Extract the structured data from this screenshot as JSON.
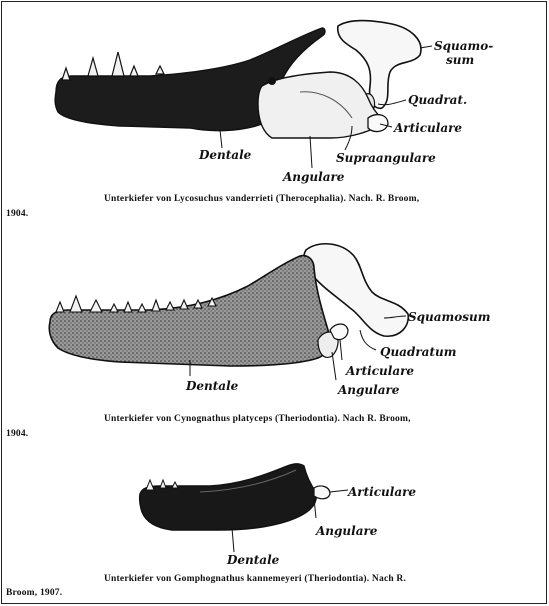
{
  "figures": [
    {
      "labels": {
        "squamosum_line1": "Squamo-",
        "squamosum_line2": "sum",
        "quadrat": "Quadrat.",
        "articulare": "Articulare",
        "dentale": "Dentale",
        "supraangulare": "Supraangulare",
        "angulare": "Angulare"
      },
      "caption": {
        "line1": "Unterkiefer von Lycosuchus vanderrieti (Therocephalia).  Nach. R. Broom,",
        "line2": "1904."
      }
    },
    {
      "labels": {
        "squamosum": "Squamosum",
        "quadratum": "Quadratum",
        "articulare": "Articulare",
        "dentale": "Dentale",
        "angulare": "Angulare"
      },
      "caption": {
        "line1": "Unterkiefer von Cynognathus platyceps (Theriodontia).  Nach R. Broom,",
        "line2": "1904."
      }
    },
    {
      "labels": {
        "articulare": "Articulare",
        "angulare": "Angulare",
        "dentale": "Dentale"
      },
      "caption": {
        "line1": "Unterkiefer von Gomphognathus kannemeyeri (Theriodontia).  Nach R.",
        "line2": "Broom, 1907."
      }
    }
  ],
  "colors": {
    "ink": "#111111",
    "bone_fill": "#f4f4f4",
    "dark_fill": "#1b1b1b",
    "stipple": "#777777"
  }
}
